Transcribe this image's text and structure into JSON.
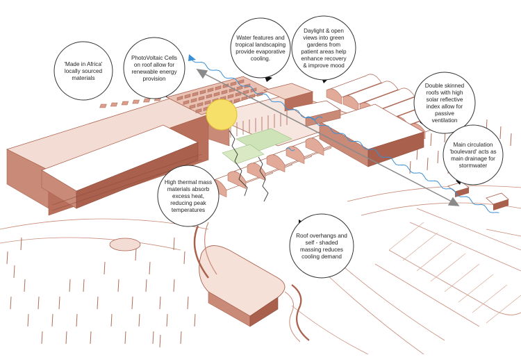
{
  "colors": {
    "terracotta": "#c98a78",
    "terracotta_dark": "#a9604d",
    "terracotta_light": "#e8c4b8",
    "garden": "#cfe3b8",
    "sun": "#f7e06a",
    "water": "#3b8fd4",
    "arrow": "#8a8a8a",
    "bubble_fill": "#ffffff",
    "bubble_stroke": "#333333"
  },
  "annotations": [
    {
      "id": "made-in-africa",
      "lines": [
        "'Made in Africa'",
        "locally sourced",
        "materials"
      ]
    },
    {
      "id": "photovoltaic",
      "lines": [
        "PhotoVoltaic Cells",
        "on roof allow for",
        "renewable energy",
        "provision"
      ]
    },
    {
      "id": "water-features",
      "lines": [
        "Water features and",
        "tropical landscaping",
        "provide evaporative",
        "cooling."
      ]
    },
    {
      "id": "daylight",
      "lines": [
        "Daylight & open",
        "views into green",
        "gardens from",
        "patient areas help",
        "enhance recovery",
        "& improve mood"
      ]
    },
    {
      "id": "double-skinned",
      "lines": [
        "Double skinned",
        "roofs with high",
        "solar reflective",
        "index allow for",
        "passive",
        "ventilation"
      ]
    },
    {
      "id": "main-circulation",
      "lines": [
        "Main circulation",
        "'boulevard' acts as",
        "main drainage for",
        "stormwater"
      ]
    },
    {
      "id": "thermal-mass",
      "lines": [
        "High thermal mass",
        "materials absorb",
        "excess heat,",
        "reducing peak",
        "temperatures"
      ]
    },
    {
      "id": "roof-overhangs",
      "lines": [
        "Roof overhangs and",
        "self - shaded",
        "massing reduces",
        "cooling demand"
      ]
    }
  ],
  "icons": {
    "sun": "sun-icon",
    "stormwater": "wavy-water-line",
    "boulevard": "double-arrow"
  }
}
